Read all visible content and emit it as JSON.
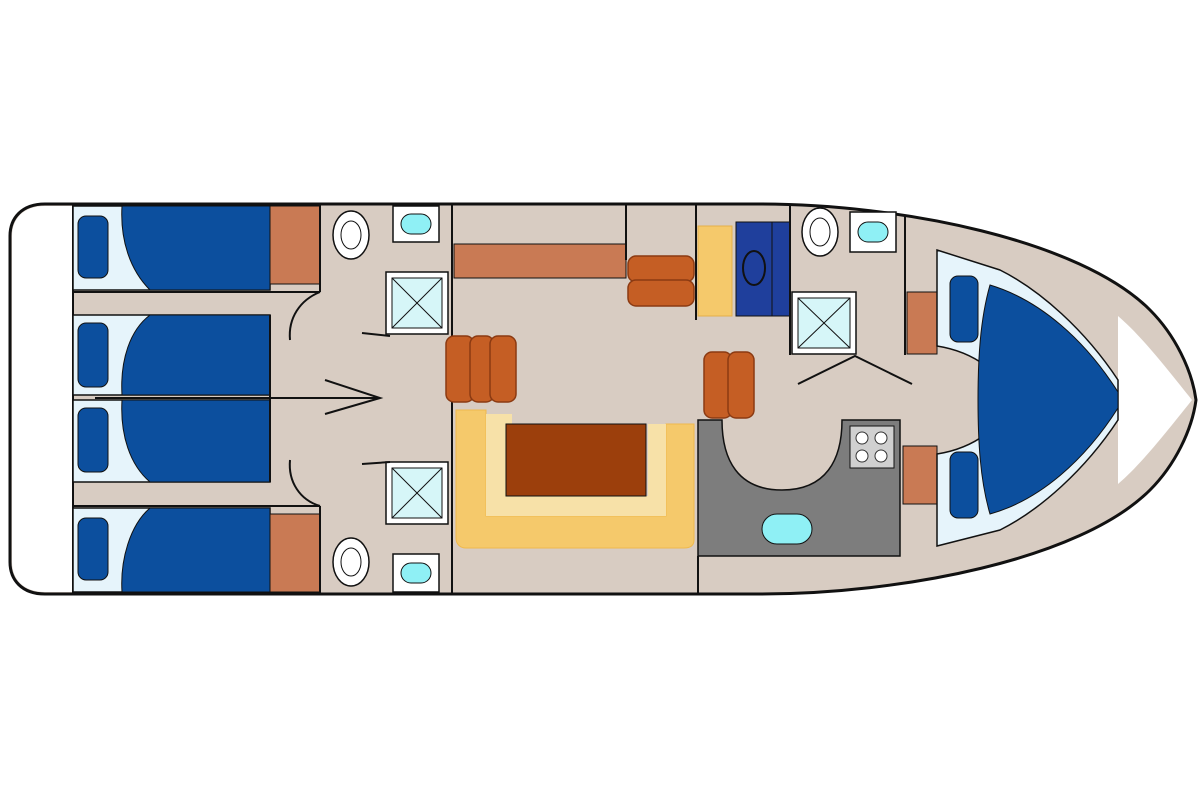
{
  "diagram": {
    "kind": "boat-deck-floor-plan",
    "labels": []
  },
  "colors": {
    "background": "#ffffff",
    "floor": "#d8ccc2",
    "outline": "#111111",
    "mattress_blue": "#0c4f9e",
    "bed_frame_light": "#e6f4fb",
    "cabinet_terracotta": "#c97a54",
    "chair_orange": "#c55e24",
    "sofa_yellow": "#f5c96b",
    "sofa_cream": "#f7e1a8",
    "table_brown": "#9c3f0c",
    "galley_grey": "#7d7d7d",
    "sink_cyan": "#8ff0f5",
    "shower_tile": "#d6f6f8",
    "nav_desk_blue": "#1f3f9c",
    "hob_grey": "#d0d0d0"
  },
  "rooms": [
    "aft-cabin-1",
    "aft-cabin-2",
    "aft-cabin-3",
    "aft-cabin-4",
    "aft-bathroom-top",
    "aft-bathroom-bottom",
    "saloon",
    "galley",
    "helm-station",
    "forward-bathroom",
    "forward-cabin"
  ],
  "icons": [
    "bed-icon",
    "toilet-icon",
    "washbasin-icon",
    "shower-icon",
    "chair-icon",
    "sofa-icon",
    "table-icon",
    "hob-icon",
    "sink-icon",
    "door-swing-icon",
    "direction-arrow-icon"
  ]
}
